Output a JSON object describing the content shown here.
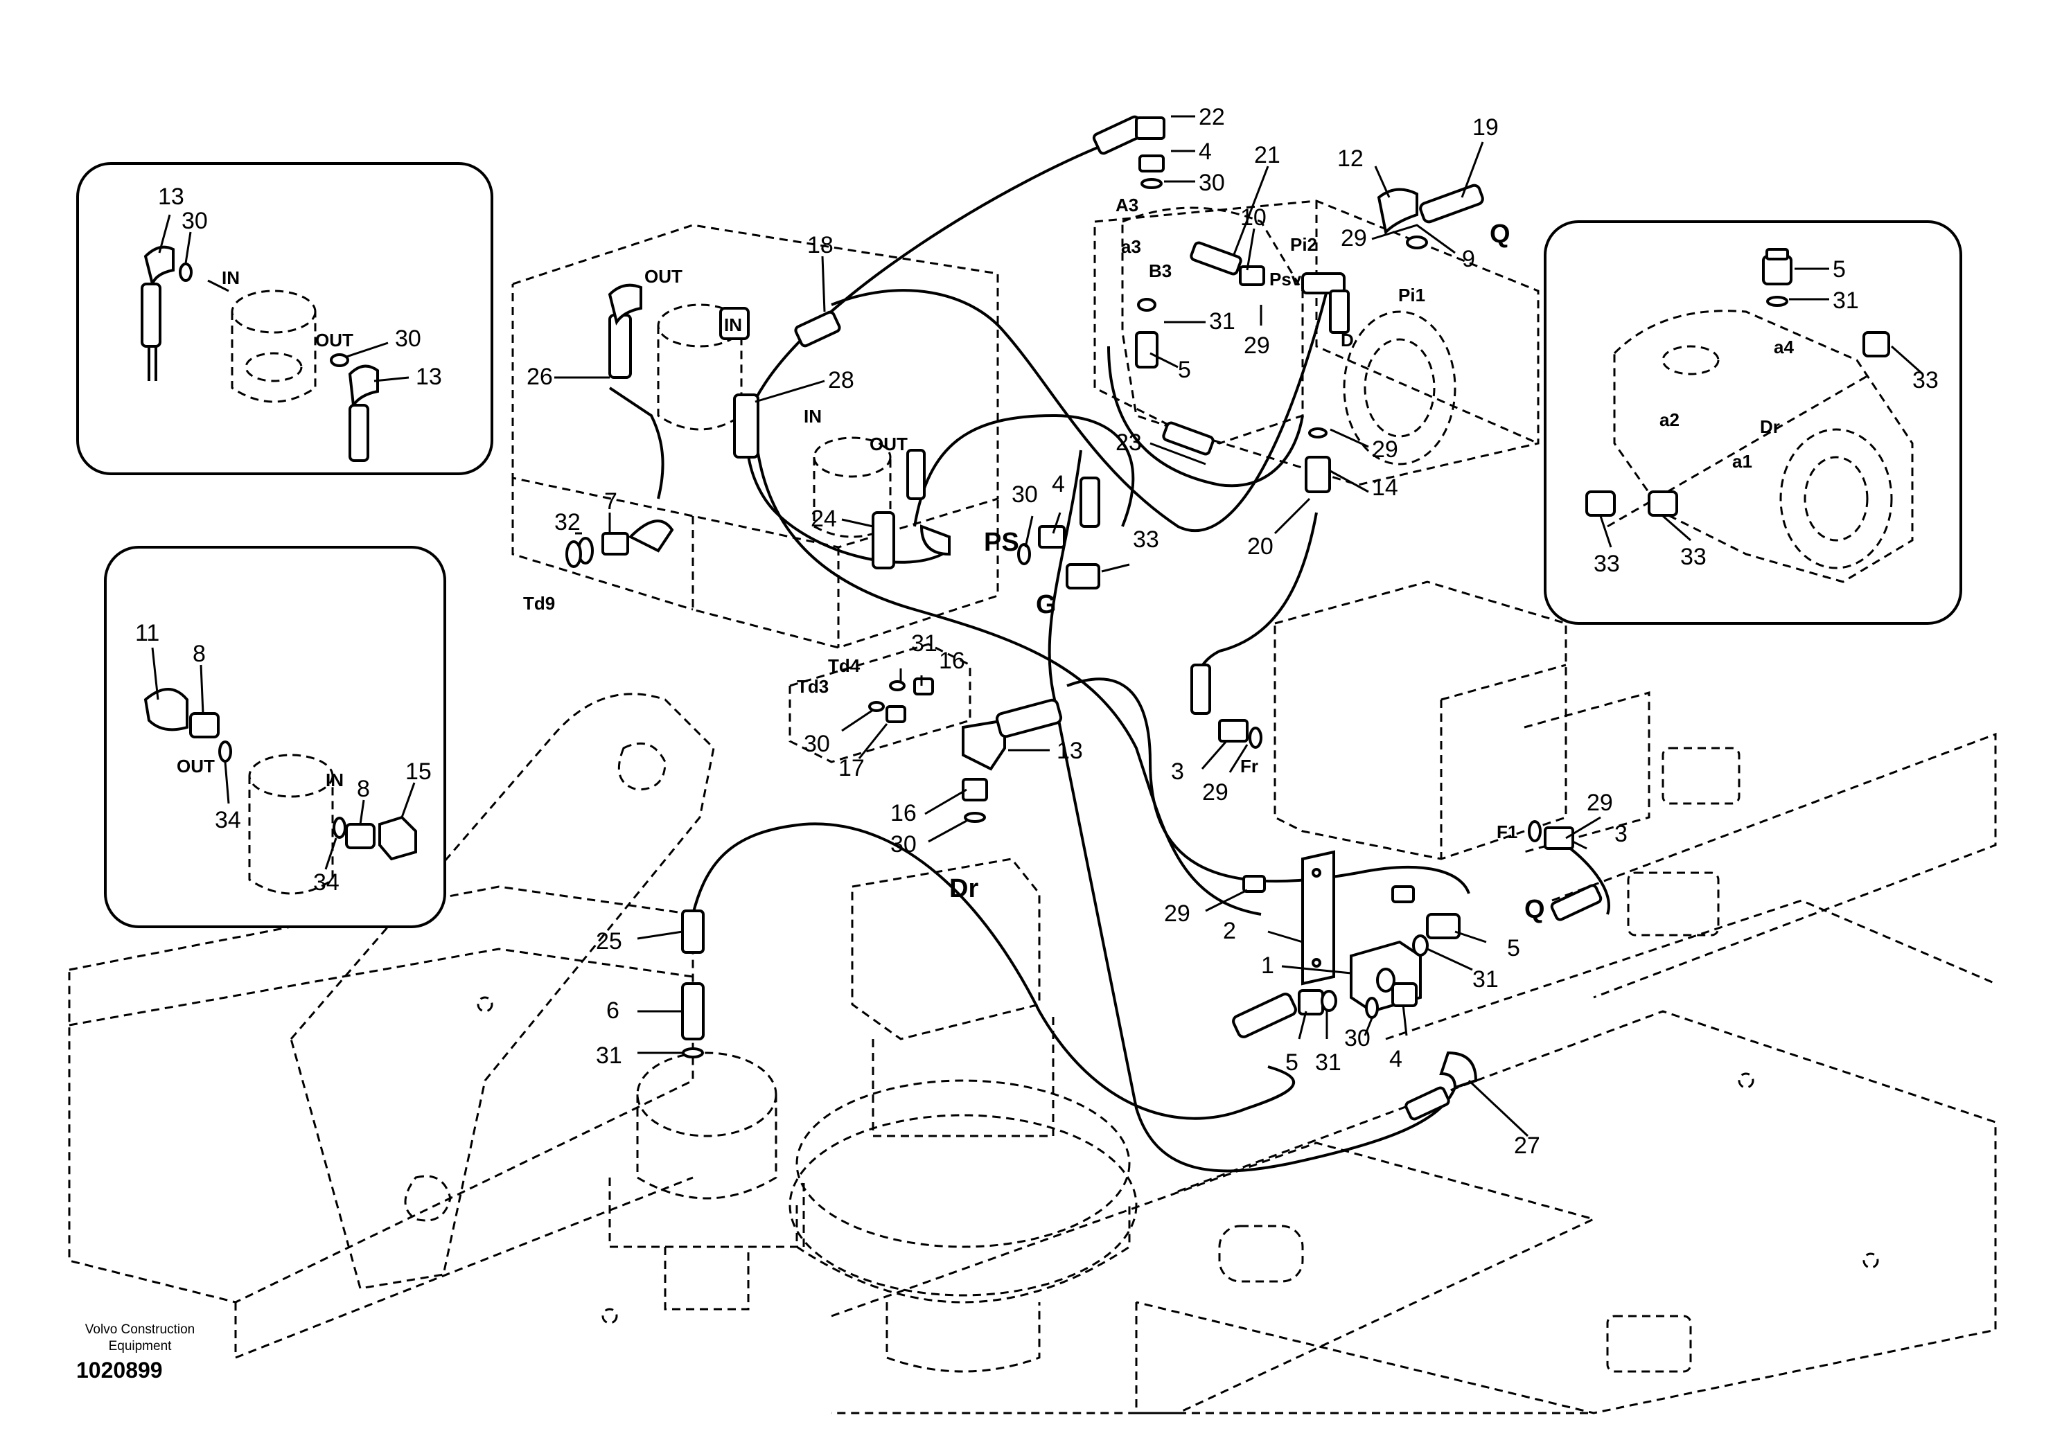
{
  "publisher": {
    "line1": "Volvo Construction",
    "line2": "Equipment"
  },
  "drawing_number": "1020899",
  "ports": {
    "out_top_left": "OUT",
    "in_top_left": "IN",
    "in_mid": "IN",
    "out_mid": "OUT",
    "ps": "PS",
    "g": "G",
    "td9": "Td9",
    "td4": "Td4",
    "td3": "Td3",
    "dr_swing": "Dr",
    "a3": "A3",
    "a3_lower": "a3",
    "b3": "B3",
    "psv": "Psv",
    "pi2": "Pi2",
    "pi1": "Pi1",
    "d": "D",
    "q_top": "Q",
    "q_bottom": "Q",
    "fr": "Fr",
    "f1": "F1",
    "inset_a_in": "IN",
    "inset_a_out": "OUT",
    "inset_b_out": "OUT",
    "inset_b_in": "IN",
    "inset_c_a4": "a4",
    "inset_c_a2": "a2",
    "inset_c_a1": "a1",
    "inset_c_dr": "Dr"
  },
  "callouts": {
    "c22": "22",
    "c4a": "4",
    "c30a": "30",
    "c21": "21",
    "c10": "10",
    "c12": "12",
    "c19": "19",
    "c29a": "29",
    "c9": "9",
    "c18": "18",
    "c31a": "31",
    "c29b": "29",
    "c5a": "5",
    "c28": "28",
    "c26": "26",
    "c23": "23",
    "c29c": "29",
    "c14": "14",
    "c7": "7",
    "c32": "32",
    "c24": "24",
    "c30b": "30",
    "c4b": "4",
    "c33a": "33",
    "c20": "20",
    "c31b": "31",
    "c16a": "16",
    "c30c": "30",
    "c17": "17",
    "c13": "13",
    "c16b": "16",
    "c30d": "30",
    "c3a": "3",
    "c29d": "29",
    "c29e": "29",
    "c3b": "3",
    "c29f": "29",
    "c2": "2",
    "c1": "1",
    "c5b": "5",
    "c31c": "31",
    "c25": "25",
    "c6": "6",
    "c31d": "31",
    "c5c": "5",
    "c31e": "31",
    "c30e": "30",
    "c4c": "4",
    "c27": "27",
    "ia13a": "13",
    "ia30a": "30",
    "ia30b": "30",
    "ia13b": "13",
    "ib11": "11",
    "ib8a": "8",
    "ib8b": "8",
    "ib15": "15",
    "ib34a": "34",
    "ib34b": "34",
    "ic5": "5",
    "ic31": "31",
    "ic33a": "33",
    "ic33b": "33",
    "ic33c": "33"
  }
}
